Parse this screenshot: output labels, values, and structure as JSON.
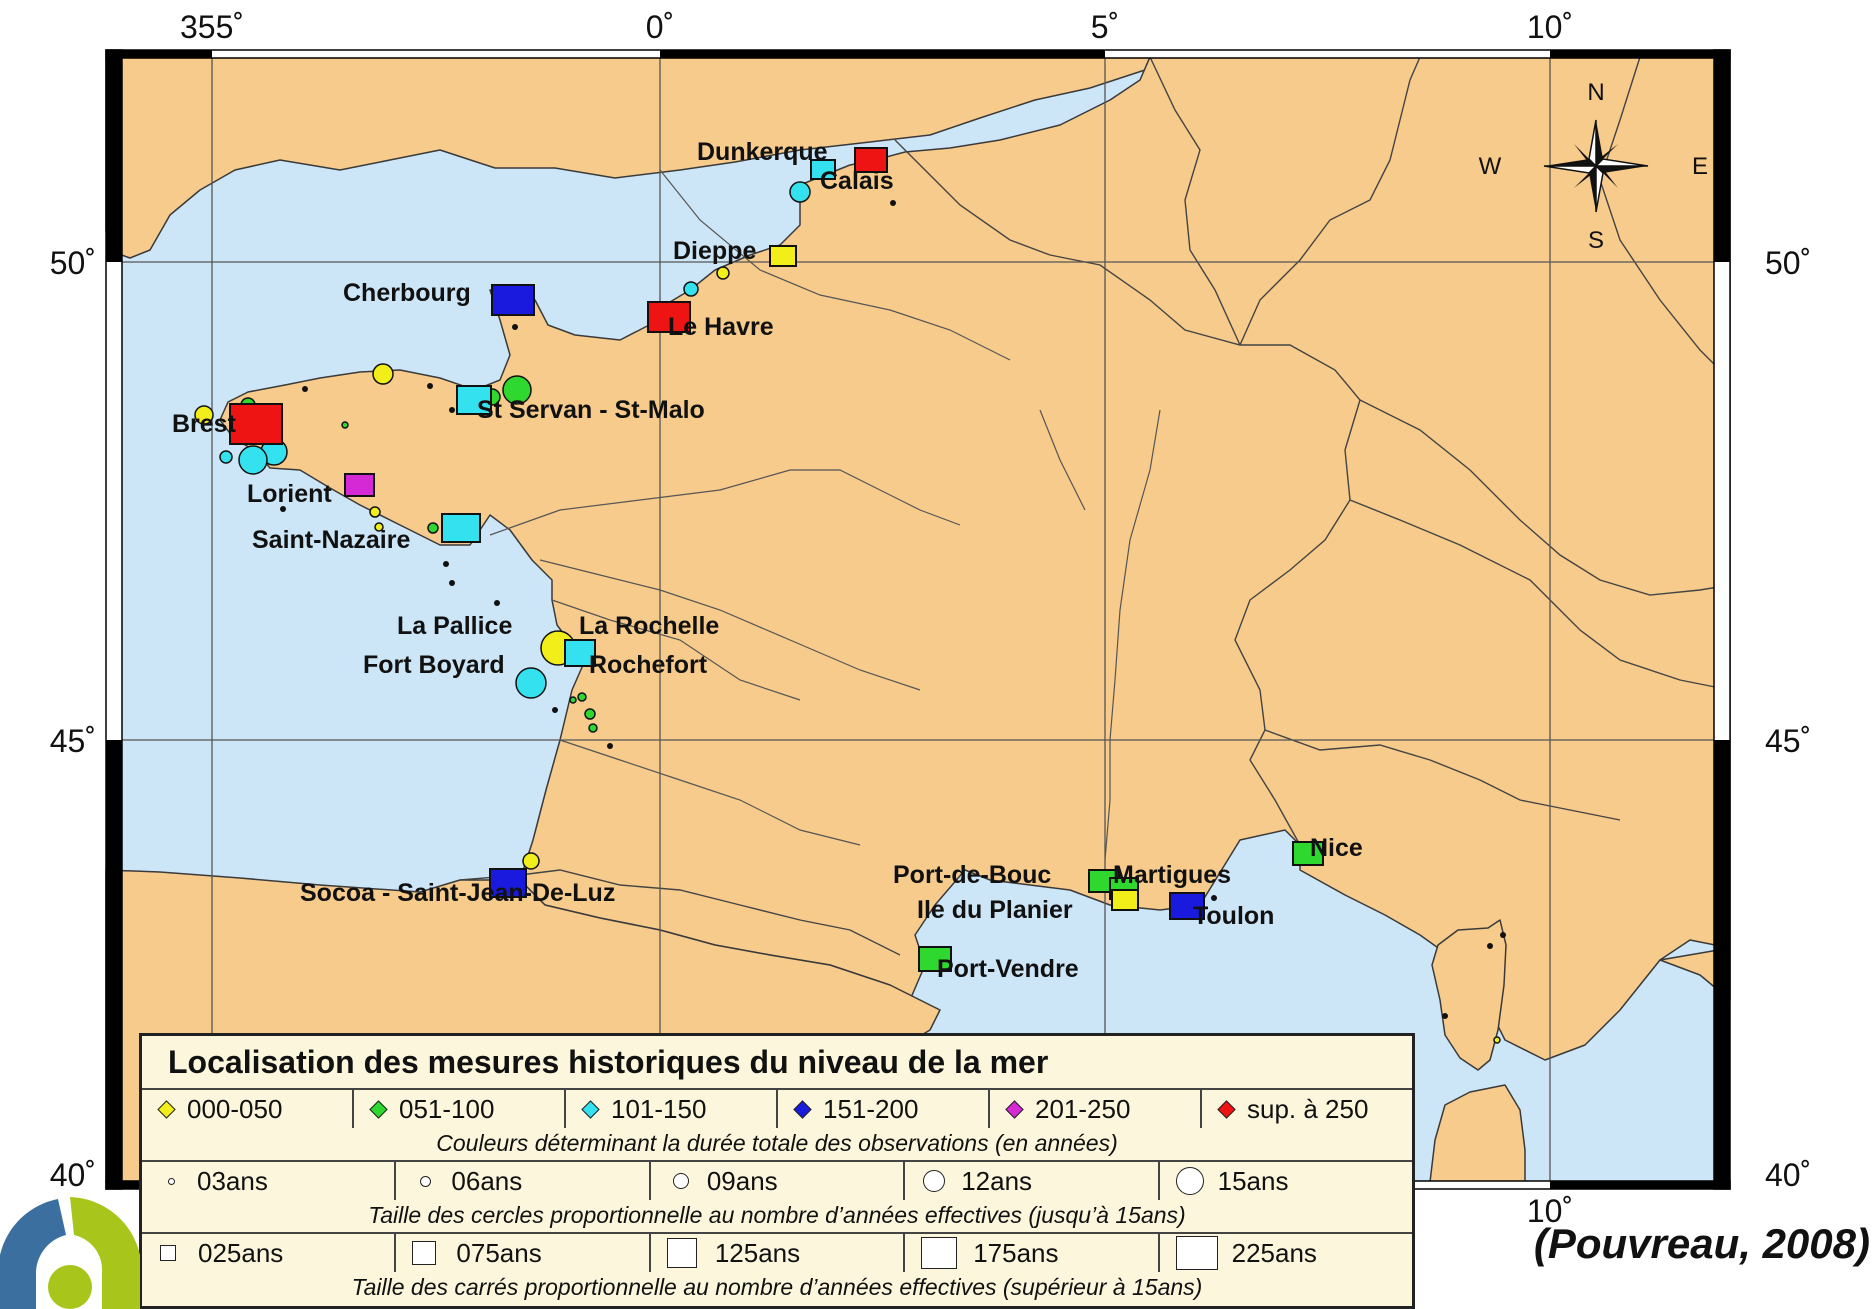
{
  "colors": {
    "sea": "#cde6f7",
    "land": "#f6cb8c",
    "border": "#3a3a3a",
    "c000_050": "#f2ee1a",
    "c051_100": "#2fd82f",
    "c101_150": "#33e2ee",
    "c151_200": "#1a1adf",
    "c201_250": "#d629d6",
    "c250_plus": "#ee1414"
  },
  "axes": {
    "top_ticks": [
      "355˚",
      "0˚",
      "5˚",
      "10˚"
    ],
    "bottom_ticks": [
      "10˚"
    ],
    "left_ticks": [
      "50˚",
      "45˚",
      "40˚"
    ],
    "right_ticks": [
      "50˚",
      "45˚",
      "40˚"
    ]
  },
  "compass": {
    "north": "N",
    "south": "S",
    "east": "E",
    "west": "W"
  },
  "stations": [
    {
      "name": "Dunkerque",
      "symbol": "square",
      "class": "c250_plus"
    },
    {
      "name": "Calais",
      "symbol": "square",
      "class": "c101_150"
    },
    {
      "name": "Dieppe",
      "symbol": "square",
      "class": "c000_050"
    },
    {
      "name": "Le Havre",
      "symbol": "square",
      "class": "c250_plus"
    },
    {
      "name": "Cherbourg",
      "symbol": "square",
      "class": "c151_200"
    },
    {
      "name": "St Servan - St-Malo",
      "symbol": "square",
      "class": "c101_150"
    },
    {
      "name": "Brest",
      "symbol": "square",
      "class": "c250_plus"
    },
    {
      "name": "Lorient",
      "symbol": "square",
      "class": "c201_250"
    },
    {
      "name": "Saint-Nazaire",
      "symbol": "square",
      "class": "c101_150"
    },
    {
      "name": "La Pallice",
      "symbol": "circle",
      "class": "c000_050"
    },
    {
      "name": "La Rochelle",
      "symbol": "square",
      "class": "c101_150"
    },
    {
      "name": "Fort Boyard",
      "symbol": "circle",
      "class": "c101_150"
    },
    {
      "name": "Rochefort",
      "symbol": "circle",
      "class": "c101_150"
    },
    {
      "name": "Socoa - Saint-Jean-De-Luz",
      "symbol": "square",
      "class": "c151_200"
    },
    {
      "name": "Port-de-Bouc",
      "symbol": "square",
      "class": "c051_100"
    },
    {
      "name": "Martigues",
      "symbol": "square",
      "class": "c051_100"
    },
    {
      "name": "Ile du Planier",
      "symbol": "square",
      "class": "c000_050"
    },
    {
      "name": "Toulon",
      "symbol": "square",
      "class": "c151_200"
    },
    {
      "name": "Nice",
      "symbol": "square",
      "class": "c051_100"
    },
    {
      "name": "Port-Vendre",
      "symbol": "square",
      "class": "c051_100"
    }
  ],
  "legend": {
    "title": "Localisation des mesures historiques du niveau de la mer",
    "colors_row": [
      "000-050",
      "051-100",
      "101-150",
      "151-200",
      "201-250",
      "sup. à 250"
    ],
    "colors_note": "Couleurs déterminant la durée totale des observations (en années)",
    "circles_row": [
      "03ans",
      "06ans",
      "09ans",
      "12ans",
      "15ans"
    ],
    "circles_note": "Taille des cercles proportionnelle au nombre d’années effectives (jusqu’à 15ans)",
    "squares_row": [
      "025ans",
      "075ans",
      "125ans",
      "175ans",
      "225ans"
    ],
    "squares_note": "Taille des carrés proportionnelle au nombre d’années effectives (supérieur à 15ans)"
  },
  "citation": "(Pouvreau, 2008)"
}
